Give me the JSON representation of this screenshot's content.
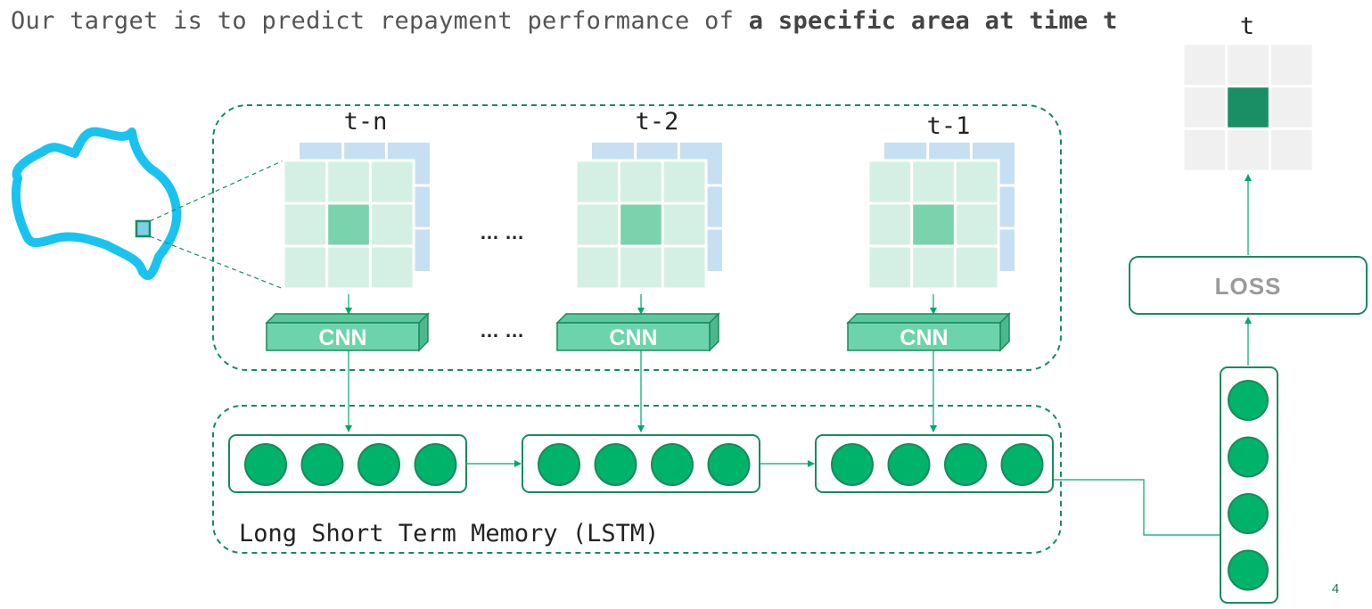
{
  "header": {
    "text_plain": "Our target is to predict repayment performance of ",
    "text_bold": "a specific area at time t"
  },
  "time_steps": [
    {
      "label": "t-n",
      "module": "CNN"
    },
    {
      "label": "t-2",
      "module": "CNN"
    },
    {
      "label": "t-1",
      "module": "CNN"
    }
  ],
  "ellipsis": "… …",
  "lstm": {
    "label": "Long Short Term Memory (LSTM)",
    "units_per_cell": 4
  },
  "output": {
    "time_label": "t",
    "loss_label": "LOSS",
    "neurons": 4
  },
  "colors": {
    "green_dark": "#1a8a5e",
    "green_node": "#00b36b",
    "green_cnn": "#6dd3ac",
    "grid_light": "#d4f0e4",
    "grid_center": "#7ad3ad",
    "grid_back": "#c6dff2",
    "map_blue": "#19c3ef",
    "output_grid": "#f0f0f0",
    "output_center": "#1a8f66"
  },
  "page_number": "4"
}
